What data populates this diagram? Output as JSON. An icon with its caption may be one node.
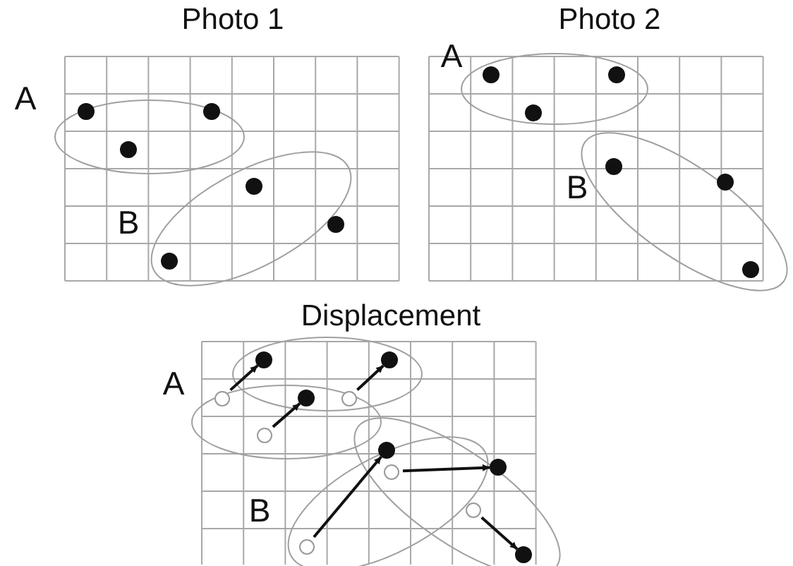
{
  "diagram": {
    "nodes": [
      {
        "text": [],
        "shape": "dot"
      },
      {
        "text": [],
        "shape": "dot"
      },
      {
        "text": [],
        "shape": "circle"
      },
      {
        "text": [],
        "shape": "dot"
      },
      {
        "text": [],
        "shape": "circle"
      },
      {
        "text": [],
        "shape": "circle"
      },
      {
        "text": [],
        "shape": "dot"
      },
      {
        "text": [],
        "shape": "dot"
      },
      {
        "text": [],
        "shape": "circle"
      },
      {
        "text": [],
        "shape": "circle"
      },
      {
        "text": [],
        "shape": "circle"
      },
      {
        "text": [],
        "shape": "dot"
      }
    ],
    "edges": [
      {
        "from": 2,
        "to": 0,
        "arrow": "to"
      },
      {
        "from": 4,
        "to": 1,
        "arrow": "to"
      },
      {
        "from": 5,
        "to": 3,
        "arrow": "to"
      },
      {
        "from": 10,
        "to": 6,
        "arrow": "to"
      },
      {
        "from": 8,
        "to": 7,
        "arrow": "to"
      },
      {
        "from": 9,
        "to": 11,
        "arrow": "to"
      }
    ],
    "labels": [
      "Photo 1",
      "Photo 2",
      "A",
      "A",
      "B",
      "B",
      "Displacement",
      "A",
      "B"
    ]
  }
}
